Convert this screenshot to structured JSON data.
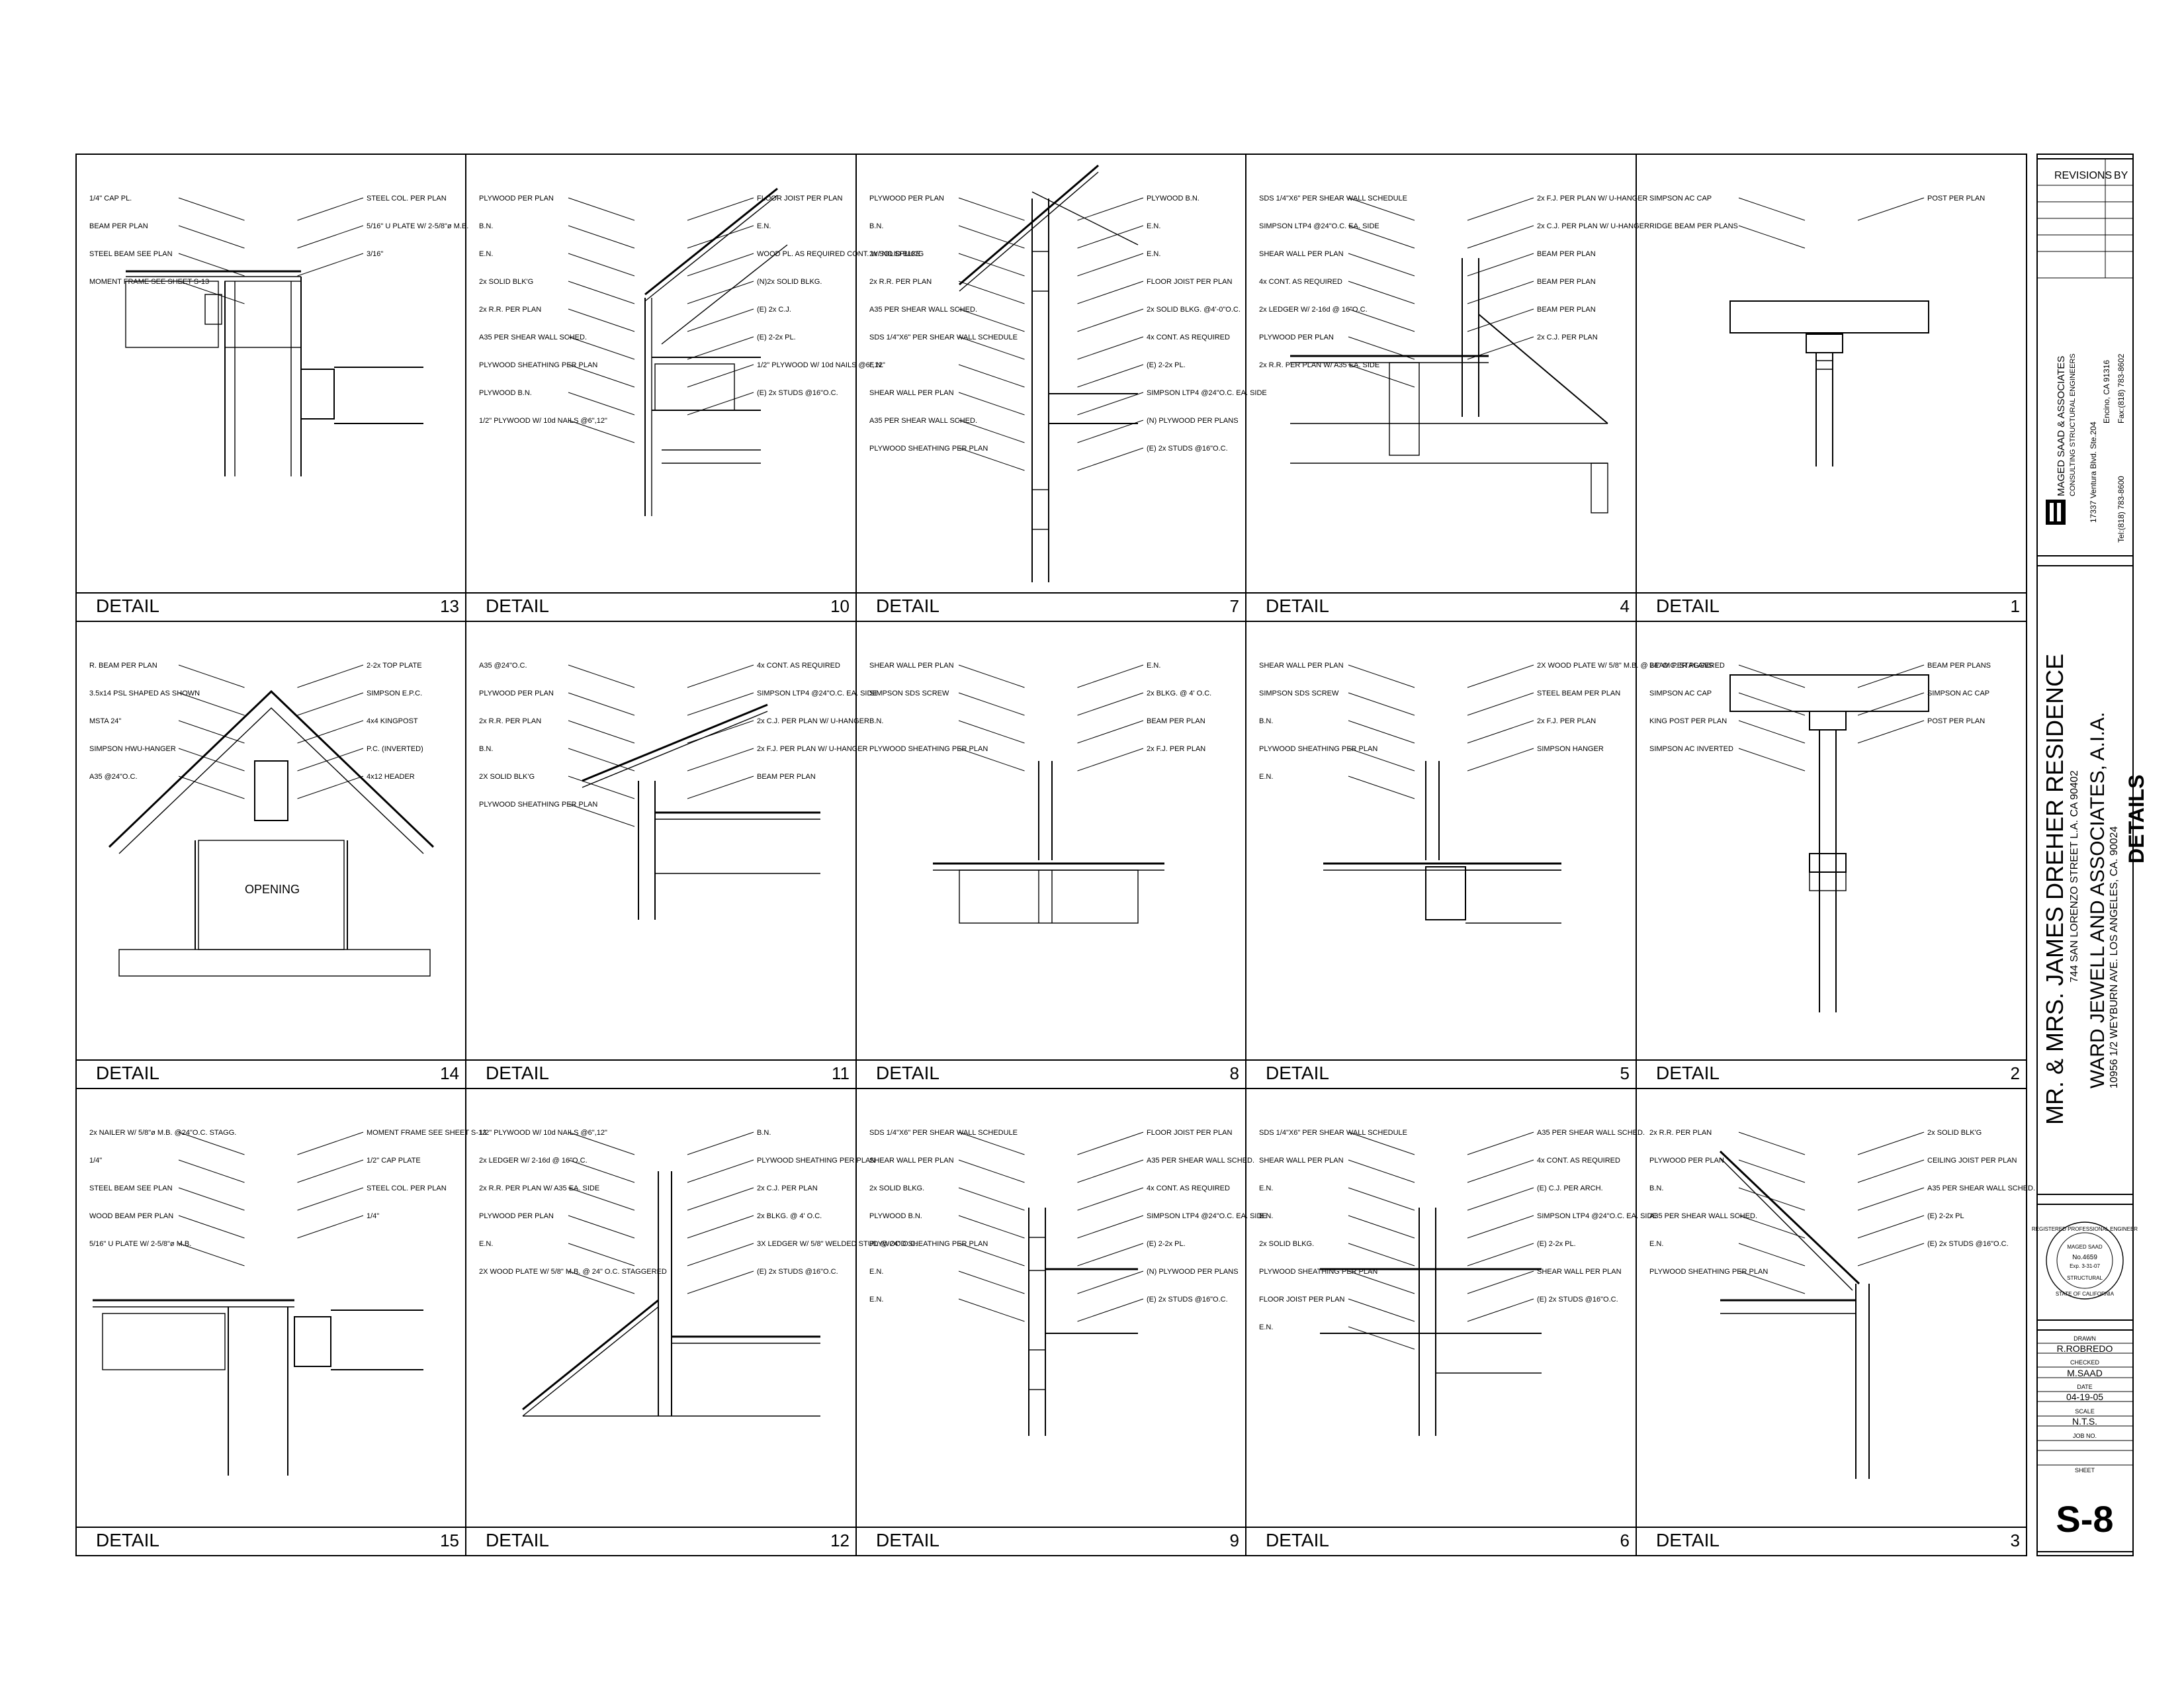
{
  "details": [
    {
      "id": "d13",
      "title": "DETAIL",
      "number": "13",
      "labels": [
        "1/4\" CAP PL.",
        "BEAM PER PLAN",
        "STEEL BEAM SEE PLAN",
        "MOMENT FRAME SEE SHEET S-13",
        "STEEL COL. PER PLAN",
        "5/16\" U PLATE W/ 2-5/8\"ø M.B.",
        "3/16\""
      ]
    },
    {
      "id": "d10",
      "title": "DETAIL",
      "number": "10",
      "labels": [
        "PLYWOOD PER PLAN",
        "B.N.",
        "E.N.",
        "2x SOLID BLK'G",
        "2x R.R. PER PLAN",
        "A35 PER SHEAR WALL SCHED.",
        "PLYWOOD SHEATHING PER PLAN",
        "PLYWOOD B.N.",
        "1/2\" PLYWOOD W/ 10d NAILS @6\",12\"",
        "FLOOR JOIST PER PLAN",
        "E.N.",
        "WOOD PL. AS REQUIRED CONT. W/ NO SPLICE",
        "(N)2x SOLID BLKG.",
        "(E) 2x C.J.",
        "(E) 2-2x PL.",
        "1/2\" PLYWOOD W/ 10d NAILS @6\",12\"",
        "(E) 2x STUDS @16\"O.C."
      ]
    },
    {
      "id": "d7",
      "title": "DETAIL",
      "number": "7",
      "labels": [
        "PLYWOOD PER PLAN",
        "B.N.",
        "2x SOLID BLK'G",
        "2x R.R. PER PLAN",
        "A35 PER SHEAR WALL SCHED.",
        "SDS 1/4\"X6\" PER SHEAR WALL SCHEDULE",
        "E.N.",
        "SHEAR WALL PER PLAN",
        "A35 PER SHEAR WALL SCHED.",
        "PLYWOOD SHEATHING PER PLAN",
        "PLYWOOD B.N.",
        "E.N.",
        "E.N.",
        "FLOOR JOIST PER PLAN",
        "2x SOLID BLKG. @4'-0\"O.C.",
        "4x CONT. AS REQUIRED",
        "(E) 2-2x PL.",
        "SIMPSON LTP4 @24\"O.C. EA. SIDE",
        "(N) PLYWOOD PER PLANS",
        "(E) 2x STUDS @16\"O.C."
      ]
    },
    {
      "id": "d4",
      "title": "DETAIL",
      "number": "4",
      "labels": [
        "SDS 1/4\"X6\" PER SHEAR WALL SCHEDULE",
        "SIMPSON LTP4 @24\"O.C. EA. SIDE",
        "SHEAR WALL PER PLAN",
        "4x CONT. AS REQUIRED",
        "2x LEDGER W/ 2-16d @ 16\"O.C.",
        "PLYWOOD PER PLAN",
        "2x R.R. PER PLAN W/ A35 EA. SIDE",
        "2x F.J. PER PLAN W/ U-HANGER",
        "2x C.J. PER PLAN W/ U-HANGER",
        "BEAM PER PLAN",
        "BEAM PER PLAN",
        "BEAM PER PLAN",
        "2x C.J. PER PLAN"
      ]
    },
    {
      "id": "d1",
      "title": "DETAIL",
      "number": "1",
      "labels": [
        "SIMPSON AC CAP",
        "RIDGE BEAM PER PLANS",
        "POST PER PLAN"
      ]
    },
    {
      "id": "d14",
      "title": "DETAIL",
      "number": "14",
      "labels": [
        "R. BEAM PER PLAN",
        "3.5x14 PSL SHAPED AS SHOWN",
        "MSTA 24\"",
        "SIMPSON HWU-HANGER",
        "A35 @24\"O.C.",
        "OPENING",
        "2-2x TOP PLATE",
        "SIMPSON E.P.C.",
        "4x4 KINGPOST",
        "P.C. (INVERTED)",
        "4x12 HEADER"
      ]
    },
    {
      "id": "d11",
      "title": "DETAIL",
      "number": "11",
      "labels": [
        "A35 @24\"O.C.",
        "PLYWOOD PER PLAN",
        "2x R.R. PER PLAN",
        "B.N.",
        "2X SOLID BLK'G",
        "PLYWOOD SHEATHING PER PLAN",
        "4x CONT. AS REQUIRED",
        "SIMPSON LTP4 @24\"O.C. EA. SIDE",
        "2x C.J. PER PLAN W/ U-HANGER",
        "2x F.J. PER PLAN W/ U-HANGER",
        "BEAM PER PLAN"
      ]
    },
    {
      "id": "d8",
      "title": "DETAIL",
      "number": "8",
      "labels": [
        "SHEAR WALL PER PLAN",
        "SIMPSON SDS SCREW",
        "B.N.",
        "PLYWOOD SHEATHING PER PLAN",
        "E.N.",
        "2x BLKG. @ 4' O.C.",
        "BEAM PER PLAN",
        "2x F.J. PER PLAN"
      ]
    },
    {
      "id": "d5",
      "title": "DETAIL",
      "number": "5",
      "labels": [
        "SHEAR WALL PER PLAN",
        "SIMPSON SDS SCREW",
        "B.N.",
        "PLYWOOD SHEATHING PER PLAN",
        "E.N.",
        "2X WOOD PLATE W/ 5/8\" M.B. @ 24\" O.C. STAGGERED",
        "STEEL BEAM PER PLAN",
        "2x F.J. PER PLAN",
        "SIMPSON HANGER"
      ]
    },
    {
      "id": "d2",
      "title": "DETAIL",
      "number": "2",
      "labels": [
        "BEAM PER PLANS",
        "SIMPSON AC CAP",
        "KING POST PER PLAN",
        "SIMPSON AC INVERTED",
        "BEAM PER PLANS",
        "SIMPSON AC CAP",
        "POST PER PLAN"
      ]
    },
    {
      "id": "d15",
      "title": "DETAIL",
      "number": "15",
      "labels": [
        "2x NAILER W/ 5/8\"ø M.B. @24\"O.C. STAGG.",
        "1/4\"",
        "STEEL BEAM SEE PLAN",
        "WOOD BEAM PER PLAN",
        "5/16\" U PLATE W/ 2-5/8\"ø M.B.",
        "MOMENT FRAME SEE SHEET S-13",
        "1/2\" CAP PLATE",
        "STEEL COL. PER PLAN",
        "1/4\""
      ]
    },
    {
      "id": "d12",
      "title": "DETAIL",
      "number": "12",
      "labels": [
        "1/2\" PLYWOOD W/ 10d NAILS @6\",12\"",
        "2x LEDGER W/ 2-16d @ 16\"O.C.",
        "2x R.R. PER PLAN W/ A35 EA. SIDE",
        "PLYWOOD PER PLAN",
        "E.N.",
        "2X WOOD PLATE W/ 5/8\" M.B. @ 24\" O.C. STAGGERED",
        "B.N.",
        "PLYWOOD SHEATHING PER PLAN",
        "2x C.J. PER PLAN",
        "2x BLKG. @ 4' O.C.",
        "3X LEDGER W/ 5/8\" WELDED STUD @ 24\" O.C.",
        "(E) 2x STUDS @16\"O.C."
      ]
    },
    {
      "id": "d9",
      "title": "DETAIL",
      "number": "9",
      "labels": [
        "SDS 1/4\"X6\" PER SHEAR WALL SCHEDULE",
        "SHEAR WALL PER PLAN",
        "2x SOLID BLKG.",
        "PLYWOOD B.N.",
        "PLYWOOD SHEATHING PER PLAN",
        "E.N.",
        "E.N.",
        "FLOOR JOIST PER PLAN",
        "A35 PER SHEAR WALL SCHED.",
        "4x CONT. AS REQUIRED",
        "SIMPSON LTP4 @24\"O.C. EA. SIDE",
        "(E) 2-2x PL.",
        "(N) PLYWOOD PER PLANS",
        "(E) 2x STUDS @16\"O.C."
      ]
    },
    {
      "id": "d6",
      "title": "DETAIL",
      "number": "6",
      "labels": [
        "SDS 1/4\"X6\" PER SHEAR WALL SCHEDULE",
        "SHEAR WALL PER PLAN",
        "E.N.",
        "B.N.",
        "2x SOLID BLKG.",
        "PLYWOOD SHEATHING PER PLAN",
        "FLOOR JOIST PER PLAN",
        "E.N.",
        "A35 PER SHEAR WALL SCHED.",
        "4x CONT. AS REQUIRED",
        "(E) C.J. PER ARCH.",
        "SIMPSON LTP4 @24\"O.C. EA. SIDE",
        "(E) 2-2x PL.",
        "SHEAR WALL PER PLAN",
        "(E) 2x STUDS @16\"O.C."
      ]
    },
    {
      "id": "d3",
      "title": "DETAIL",
      "number": "3",
      "labels": [
        "2x R.R. PER PLAN",
        "PLYWOOD PER PLAN",
        "B.N.",
        "A35 PER SHEAR WALL SCHED.",
        "E.N.",
        "PLYWOOD SHEATHING PER PLAN",
        "2x SOLID BLK'G",
        "CEILING JOIST PER PLAN",
        "A35 PER SHEAR WALL SCHED.",
        "(E) 2-2x PL",
        "(E) 2x STUDS @16\"O.C."
      ]
    }
  ],
  "title_block": {
    "revisions_label": "REVISIONS",
    "by_label": "BY",
    "engineer": {
      "name": "MAGED SAAD & ASSOCIATES",
      "subtitle": "CONSULTING STRUCTURAL ENGINEERS",
      "address1": "17337 Ventura Blvd. Ste.204",
      "address2": "Encino, CA 91316",
      "tel": "Tel:(818) 783-8600",
      "fax": "Fax:(818) 783-8602"
    },
    "project": {
      "client": "MR. & MRS. JAMES DREHER  RESIDENCE",
      "client_address": "744 SAN LORENZO STREET L.A. CA 90402",
      "architect": "WARD JEWELL AND ASSOCIATES, A.I.A.",
      "architect_address": "10956 1/2 WEYBURN AVE. LOS ANGELES, CA. 90024",
      "sheet_title": "DETAILS"
    },
    "stamp": {
      "ring_top": "REGISTERED PROFESSIONAL ENGINEER",
      "ring_bottom": "STATE OF CALIFORNIA",
      "name": "MAGED SAAD",
      "license": "No.4659",
      "exp": "Exp. 3-31-07",
      "discipline": "STRUCTURAL"
    },
    "info": {
      "drawn_label": "DRAWN",
      "drawn": "R.ROBREDO",
      "checked_label": "CHECKED",
      "checked": "M.SAAD",
      "date_label": "DATE",
      "date": "04-19-05",
      "scale_label": "SCALE",
      "scale": "N.T.S.",
      "job_label": "JOB NO.",
      "job": "",
      "sheet_label": "SHEET",
      "sheet": "S-8"
    }
  }
}
